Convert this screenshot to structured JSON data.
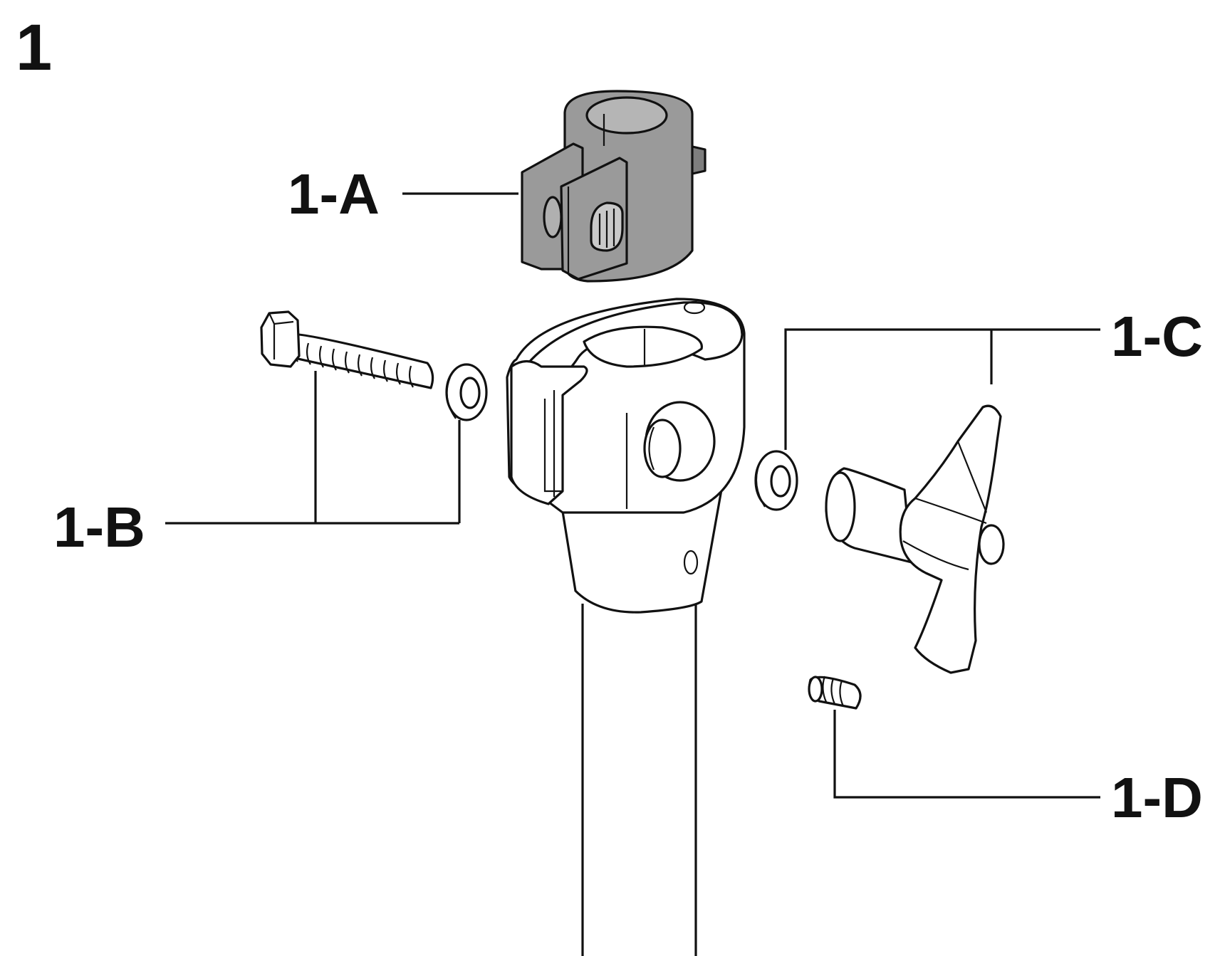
{
  "step": "1",
  "labels": {
    "a": "1-A",
    "b": "1-B",
    "c": "1-C",
    "d": "1-D"
  },
  "colors": {
    "line": "#111111",
    "part_fill": "#ffffff",
    "highlight_part": "#9a9a9a"
  }
}
